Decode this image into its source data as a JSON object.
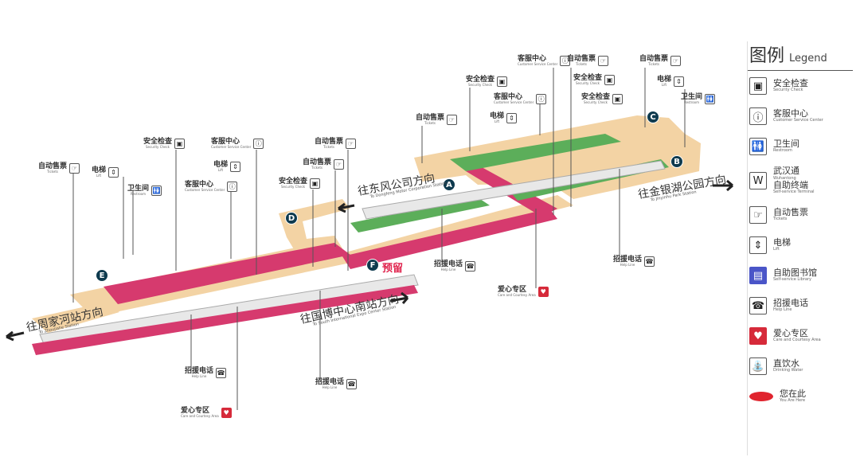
{
  "legend": {
    "title_zh": "图例",
    "title_en": "Legend",
    "items": [
      {
        "icon": "security-check-icon",
        "glyph": "▣",
        "zh": "安全检查",
        "en": "Security Check"
      },
      {
        "icon": "customer-service-icon",
        "glyph": "ⓘ",
        "zh": "客服中心",
        "en": "Customer Service Center"
      },
      {
        "icon": "restroom-icon",
        "glyph": "🚻",
        "zh": "卫生间",
        "en": "Restroom"
      },
      {
        "icon": "wuhantong-terminal-icon",
        "glyph": "W",
        "zh": "武汉通",
        "en": "Wuhantong",
        "zh2": "自助终端",
        "en2": "Self-service Terminal"
      },
      {
        "icon": "ticket-machine-icon",
        "glyph": "☞",
        "zh": "自动售票",
        "en": "Tickets"
      },
      {
        "icon": "lift-icon",
        "glyph": "⇕",
        "zh": "电梯",
        "en": "Lift"
      },
      {
        "icon": "self-service-library-icon",
        "glyph": "▤",
        "zh": "自助图书馆",
        "en": "Self-service Library"
      },
      {
        "icon": "help-line-icon",
        "glyph": "☎",
        "zh": "招援电话",
        "en": "Help Line"
      },
      {
        "icon": "care-area-icon",
        "glyph": "♥",
        "zh": "爱心专区",
        "en": "Care and Courtesy Area"
      },
      {
        "icon": "drinking-water-icon",
        "glyph": "⛲",
        "zh": "直饮水",
        "en": "Drinking Water"
      },
      {
        "icon": "you-are-here-icon",
        "glyph": "",
        "zh": "您在此",
        "en": "You Are Here"
      }
    ]
  },
  "directions": {
    "dongfeng": {
      "zh": "往东风公司方向",
      "en": "To Dongfeng Motor Corporation Station"
    },
    "jinyinhu": {
      "zh": "往金银湖公园方向",
      "en": "To Jinyinhu Park Station"
    },
    "zhoujiahe": {
      "zh": "往周家河站方向",
      "en": "To Zhoujiahe Station"
    },
    "expo": {
      "zh": "往国博中心南站方向",
      "en": "To South International Expo Center Station"
    }
  },
  "exits": [
    "A",
    "B",
    "C",
    "D",
    "E",
    "F"
  ],
  "reserved_label": "预留",
  "callouts": {
    "tickets": {
      "zh": "自动售票",
      "en": "Tickets"
    },
    "lift": {
      "zh": "电梯",
      "en": "Lift"
    },
    "restroom": {
      "zh": "卫生间",
      "en": "Restroom"
    },
    "security": {
      "zh": "安全检查",
      "en": "Security Check"
    },
    "service": {
      "zh": "客服中心",
      "en": "Customer Service Center"
    },
    "help": {
      "zh": "招援电话",
      "en": "Help Line"
    },
    "care": {
      "zh": "爱心专区",
      "en": "Care and Courtesy Area"
    }
  },
  "colors": {
    "concourse": "#f3d3a4",
    "platform_pink": "#d63a6e",
    "platform_green": "#5cae5a",
    "exit": "#0e3a4e"
  }
}
